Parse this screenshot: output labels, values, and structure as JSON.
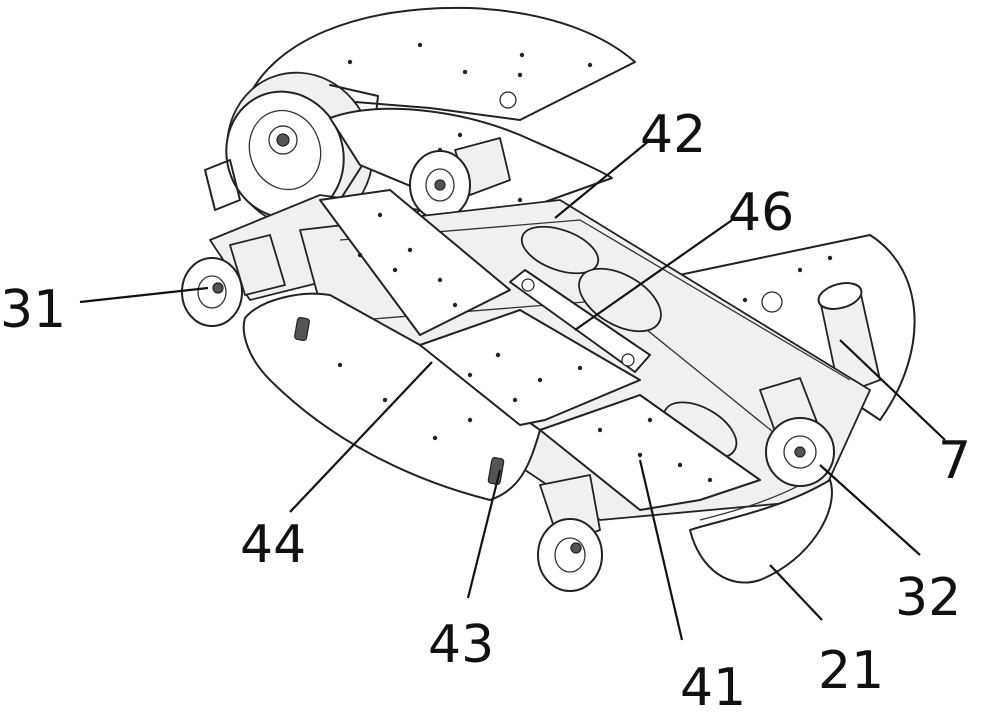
{
  "callouts": [
    {
      "id": "31",
      "text": "31"
    },
    {
      "id": "42",
      "text": "42"
    },
    {
      "id": "46",
      "text": "46"
    },
    {
      "id": "7",
      "text": "7"
    },
    {
      "id": "44",
      "text": "44"
    },
    {
      "id": "43",
      "text": "43"
    },
    {
      "id": "41",
      "text": "41"
    },
    {
      "id": "32",
      "text": "32"
    },
    {
      "id": "21",
      "text": "21"
    }
  ]
}
